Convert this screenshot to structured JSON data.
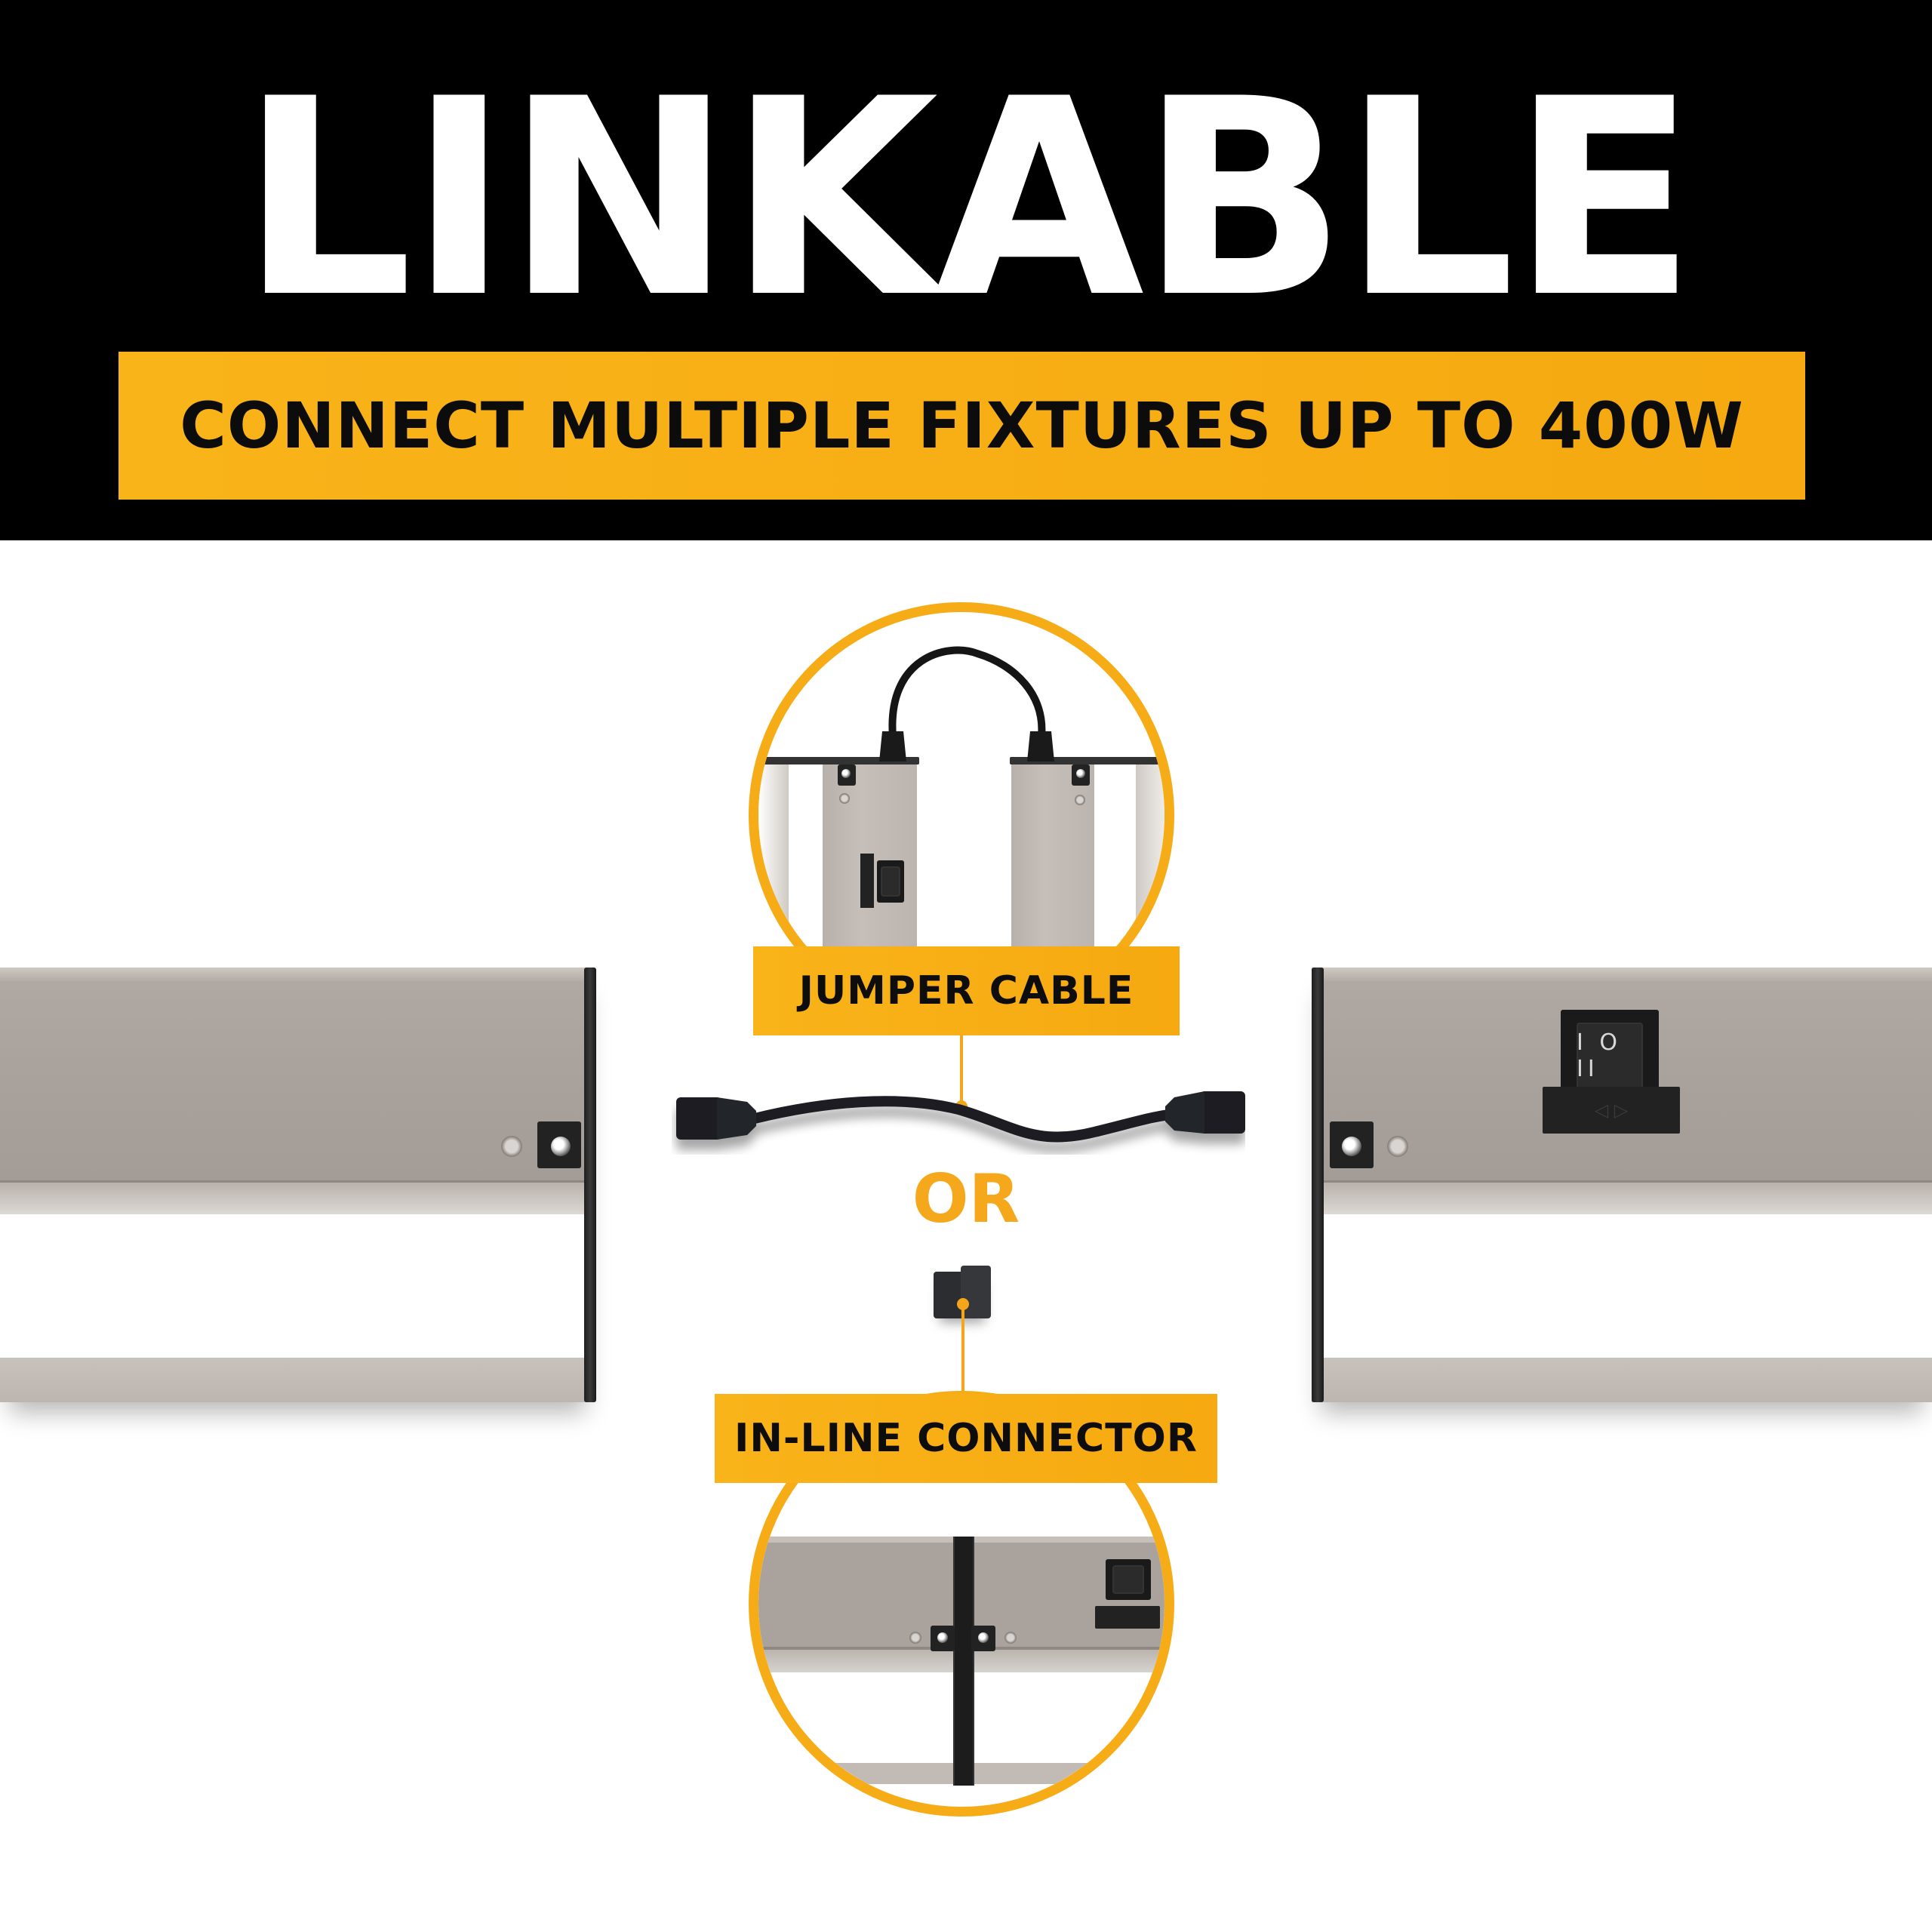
{
  "header": {
    "title": "LINKABLE",
    "subtitle": "CONNECT MULTIPLE FIXTURES UP TO 400W"
  },
  "options": [
    {
      "label": "JUMPER CABLE",
      "icon": "jumper-cable-icon"
    },
    {
      "label": "IN-LINE CONNECTOR",
      "icon": "in-line-connector-icon"
    }
  ],
  "separator": "OR",
  "switch": {
    "symbols": "I O II",
    "slider_symbols": "◁ ▷"
  },
  "colors": {
    "accent": "#F6AC17",
    "header_bg": "#000000",
    "title_text": "#FFFFFF",
    "label_text": "#0D0D0D",
    "fixture_metal": "#ABA29C",
    "fixture_endcap": "#222222"
  }
}
